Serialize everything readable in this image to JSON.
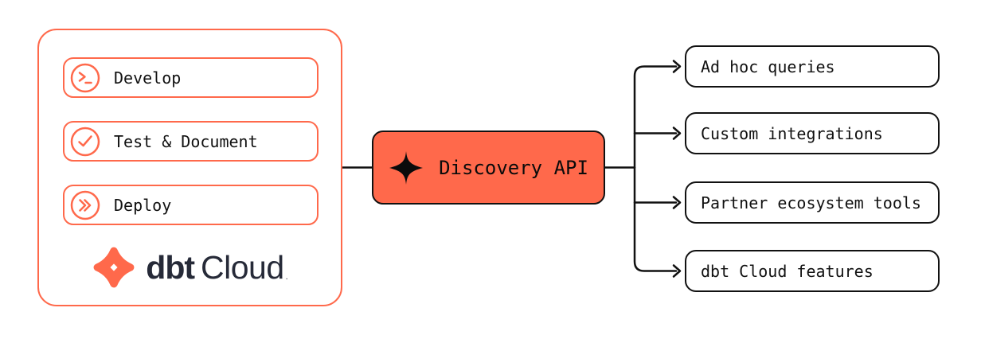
{
  "diagram": {
    "source_panel": {
      "items": [
        {
          "label": "Develop",
          "icon": "terminal-icon"
        },
        {
          "label": "Test & Document",
          "icon": "check-circle-icon"
        },
        {
          "label": "Deploy",
          "icon": "double-chevron-icon"
        }
      ],
      "brand": {
        "name": "dbt Cloud",
        "word_bold": "dbt",
        "word_regular": "Cloud",
        "trademark": "."
      }
    },
    "hub": {
      "label": "Discovery API",
      "icon": "sparkle-icon"
    },
    "consumers": [
      {
        "label": "Ad hoc queries"
      },
      {
        "label": "Custom integrations"
      },
      {
        "label": "Partner ecosystem tools"
      },
      {
        "label": "dbt Cloud features"
      }
    ]
  },
  "colors": {
    "accent_orange": "#FF694B",
    "navy": "#262A38",
    "ink": "#111111",
    "background": "#FFFFFF"
  }
}
